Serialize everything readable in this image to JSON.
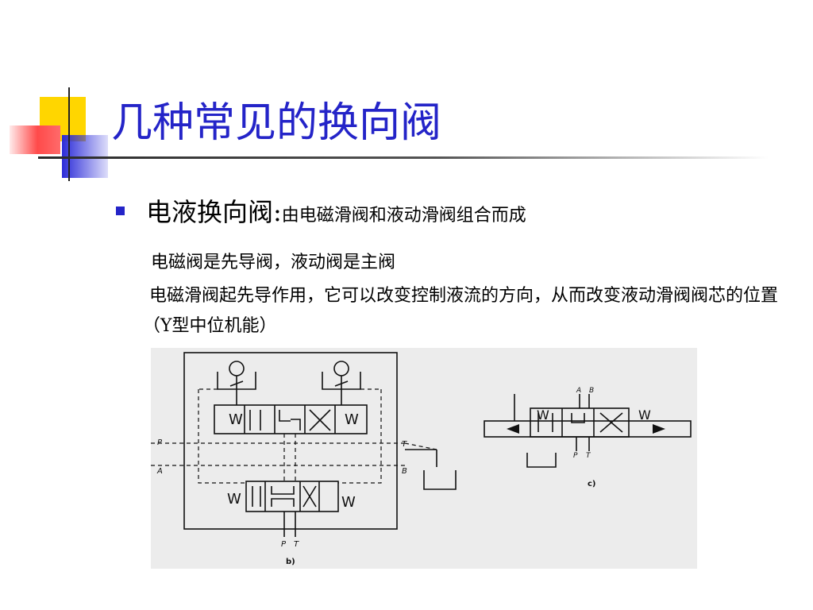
{
  "title": "几种常见的换向阀",
  "bullet": {
    "heading": "电液换向阀:",
    "heading_sub": "由电磁滑阀和液动滑阀组合而成"
  },
  "line2": "电磁阀是先导阀，液动阀是主阀",
  "paragraph": "电磁滑阀起先导作用，它可以改变控制液流的方向，从而改变液动滑阀阀芯的位置（Y型中位机能）",
  "diagram": {
    "label_b": "b)",
    "label_c": "c)",
    "ports_left": {
      "P": "P",
      "A": "A",
      "T": "T",
      "B": "B"
    },
    "ports_bottom_b": {
      "P": "P",
      "T": "T"
    },
    "ports_top_c": {
      "A": "A",
      "B": "B"
    },
    "ports_bottom_c": {
      "P": "P",
      "T": "T"
    },
    "spring_w": "W"
  }
}
